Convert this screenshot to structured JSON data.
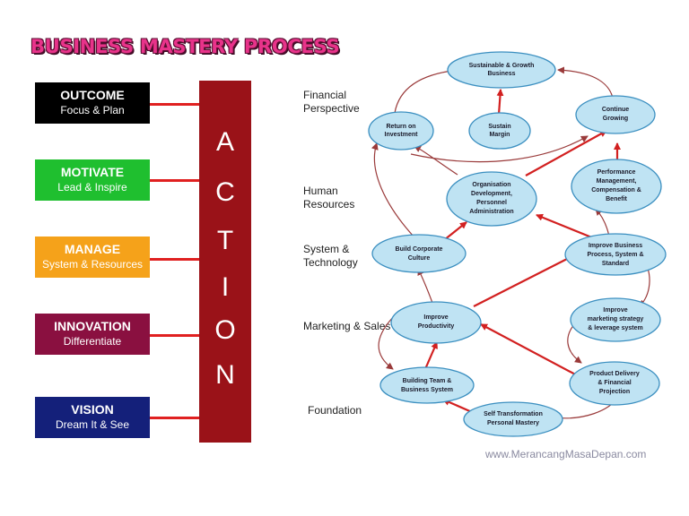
{
  "title": "BUSINESS MASTERY PROCESS",
  "pillars": [
    {
      "heading": "OUTCOME",
      "sub": "Focus & Plan",
      "color": "#000000"
    },
    {
      "heading": "MOTIVATE",
      "sub": "Lead & Inspire",
      "color": "#1fbf2f"
    },
    {
      "heading": "MANAGE",
      "sub": "System & Resources",
      "color": "#f5a21a"
    },
    {
      "heading": "INNOVATION",
      "sub": "Differentiate",
      "color": "#8a1040"
    },
    {
      "heading": "VISION",
      "sub": "Dream It & See",
      "color": "#14207a"
    }
  ],
  "action_letters": [
    "A",
    "C",
    "T",
    "I",
    "O",
    "N"
  ],
  "perspectives": [
    {
      "lines": [
        "Financial",
        "Perspective"
      ]
    },
    {
      "lines": [
        "Human",
        "Resources"
      ]
    },
    {
      "lines": [
        "System &",
        "Technology"
      ]
    },
    {
      "lines": [
        "Marketing & Sales"
      ]
    },
    {
      "lines": [
        "Foundation"
      ]
    }
  ],
  "nodes": [
    {
      "id": "sustainable",
      "lines": [
        "Sustainable & Growth",
        "Business"
      ]
    },
    {
      "id": "roi",
      "lines": [
        "Return on",
        "Investment"
      ]
    },
    {
      "id": "margin",
      "lines": [
        "Sustain",
        "Margin"
      ]
    },
    {
      "id": "growing",
      "lines": [
        "Continue",
        "Growing"
      ]
    },
    {
      "id": "org",
      "lines": [
        "Organisation",
        "Development,",
        "Personnel",
        "Administration"
      ]
    },
    {
      "id": "perf",
      "lines": [
        "Performance",
        "Management,",
        "Compensation &",
        "Benefit"
      ]
    },
    {
      "id": "culture",
      "lines": [
        "Build Corporate",
        "Culture"
      ]
    },
    {
      "id": "process",
      "lines": [
        "Improve Business",
        "Process, System &",
        "Standard"
      ]
    },
    {
      "id": "productivity",
      "lines": [
        "Improve",
        "Productivity"
      ]
    },
    {
      "id": "marketing",
      "lines": [
        "Improve",
        "marketing strategy",
        "& leverage system"
      ]
    },
    {
      "id": "team",
      "lines": [
        "Building Team &",
        "Business System"
      ]
    },
    {
      "id": "delivery",
      "lines": [
        "Product Delivery",
        "& Financial",
        "Projection"
      ]
    },
    {
      "id": "self",
      "lines": [
        "Self Transformation",
        "Personal Mastery"
      ]
    }
  ],
  "footer": "www.MerancangMasaDepan.com",
  "colors": {
    "node_fill": "#bfe3f3",
    "node_stroke": "#3b8fc0",
    "arrow_red": "#d22020",
    "arrow_dark": "#9a3a3a",
    "action_bar": "#9a1218"
  }
}
